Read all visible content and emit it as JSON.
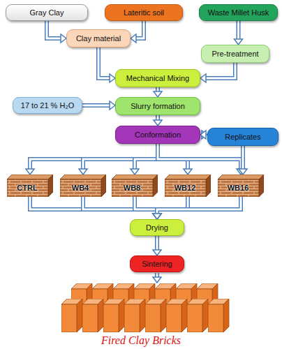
{
  "diagram": {
    "nodes": [
      {
        "text": [
          "Gray Clay"
        ]
      },
      {
        "text": [
          "Lateritic soil"
        ]
      },
      {
        "text": [
          "Waste Millet Husk"
        ]
      },
      {
        "text": [
          "Clay material"
        ]
      },
      {
        "text": [
          "Pre-treatment"
        ]
      },
      {
        "text": [
          "Mechanical Mixing"
        ]
      },
      {
        "text": [
          "17 to 21 % H₂O"
        ]
      },
      {
        "text": [
          "Slurry formation"
        ]
      },
      {
        "text": [
          "Conformation"
        ]
      },
      {
        "text": [
          "Replicates"
        ]
      },
      {
        "text": [
          "CTRL"
        ]
      },
      {
        "text": [
          "WB4"
        ]
      },
      {
        "text": [
          "WB8"
        ]
      },
      {
        "text": [
          "WB12"
        ]
      },
      {
        "text": [
          "WB16"
        ]
      },
      {
        "text": [
          "Drying"
        ]
      },
      {
        "text": [
          "Sintering"
        ]
      }
    ],
    "edges": [
      {
        "from": 0,
        "to": 3,
        "arrow": "to"
      },
      {
        "from": 1,
        "to": 3,
        "arrow": "to"
      },
      {
        "from": 2,
        "to": 4,
        "arrow": "to"
      },
      {
        "from": 3,
        "to": 5,
        "arrow": "to"
      },
      {
        "from": 4,
        "to": 5,
        "arrow": "to"
      },
      {
        "from": 5,
        "to": 7,
        "arrow": "to"
      },
      {
        "from": 6,
        "to": 7,
        "arrow": "to"
      },
      {
        "from": 7,
        "to": 8,
        "arrow": "to"
      },
      {
        "from": 8,
        "to": 9,
        "arrow": "both"
      },
      {
        "from": 8,
        "to": 10,
        "arrow": "to"
      },
      {
        "from": 8,
        "to": 11,
        "arrow": "to"
      },
      {
        "from": 8,
        "to": 12,
        "arrow": "to"
      },
      {
        "from": 8,
        "to": 13,
        "arrow": "to"
      },
      {
        "from": 8,
        "to": 14,
        "arrow": "to"
      },
      {
        "from": 9,
        "to": 14,
        "arrow": "to"
      },
      {
        "from": 10,
        "to": 15,
        "arrow": "to"
      },
      {
        "from": 11,
        "to": 15,
        "arrow": "to"
      },
      {
        "from": 12,
        "to": 15,
        "arrow": "to"
      },
      {
        "from": 13,
        "to": 15,
        "arrow": "to"
      },
      {
        "from": 14,
        "to": 15,
        "arrow": "to"
      },
      {
        "from": 15,
        "to": 16,
        "arrow": "to"
      }
    ],
    "labels": [
      "Fired Clay Bricks"
    ]
  }
}
